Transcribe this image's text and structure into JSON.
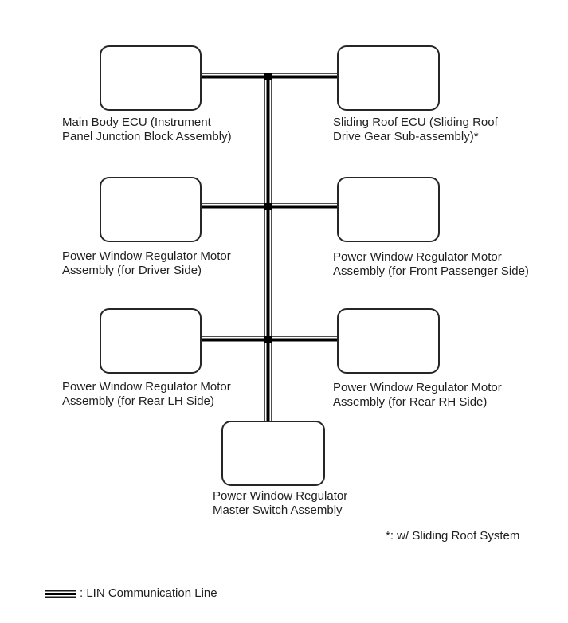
{
  "diagram": {
    "type": "communication-bus-diagram",
    "nodes": [
      {
        "id": "main-body-ecu",
        "label": "Main Body ECU (Instrument\nPanel Junction Block Assembly)"
      },
      {
        "id": "sliding-roof-ecu",
        "label": "Sliding Roof ECU (Sliding Roof\nDrive Gear Sub-assembly)*"
      },
      {
        "id": "pw-regulator-motor-driver",
        "label": "Power Window Regulator Motor\nAssembly (for Driver Side)"
      },
      {
        "id": "pw-regulator-motor-front-passenger",
        "label": "Power Window Regulator Motor\nAssembly (for Front Passenger Side)"
      },
      {
        "id": "pw-regulator-motor-rear-lh",
        "label": "Power Window Regulator Motor\nAssembly (for Rear LH Side)"
      },
      {
        "id": "pw-regulator-motor-rear-rh",
        "label": "Power Window Regulator Motor\nAssembly (for Rear RH Side)"
      },
      {
        "id": "pw-regulator-master-switch",
        "label": "Power Window Regulator\nMaster Switch Assembly"
      }
    ],
    "footnote": "*: w/ Sliding Roof System",
    "legend": {
      "label": ": LIN Communication Line"
    },
    "colors": {
      "bus_core": "#000000",
      "bus_edge": "#4d4d4d",
      "box_border": "#262626",
      "text": "#1f1f1f",
      "background": "#ffffff"
    }
  }
}
